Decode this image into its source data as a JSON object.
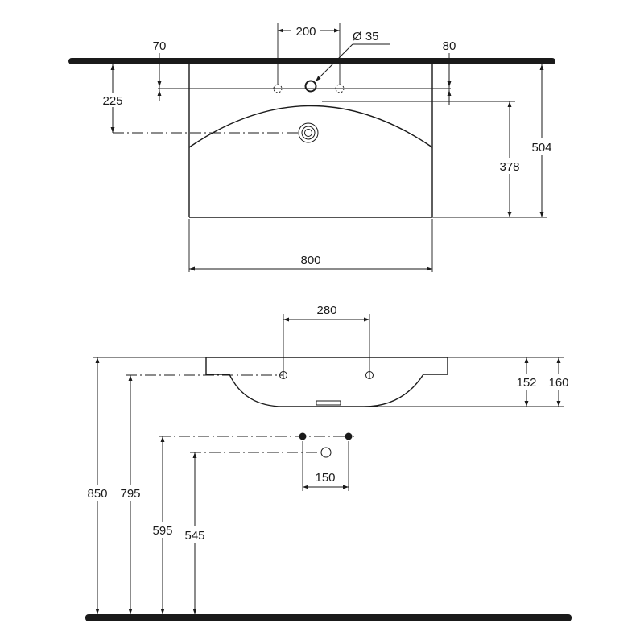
{
  "colors": {
    "ink": "#1a1a1a",
    "wall": "#1a1a1a",
    "background": "#ffffff"
  },
  "top_view": {
    "dim_tap_spacing": "200",
    "dim_tap_hole_diameter": "Ø 35",
    "dim_left_hole_offset": "70",
    "dim_right_hole_offset": "80",
    "dim_drain_from_wall": "225",
    "dim_bowl_depth": "378",
    "dim_total_depth": "504",
    "dim_width": "800"
  },
  "side_view": {
    "dim_bracket_spacing": "280",
    "dim_inner_height": "152",
    "dim_outer_height": "160",
    "dim_total_height": "850",
    "dim_bracket_height": "795",
    "dim_water_supply_height": "595",
    "dim_waste_height": "545",
    "dim_supply_spacing": "150"
  }
}
